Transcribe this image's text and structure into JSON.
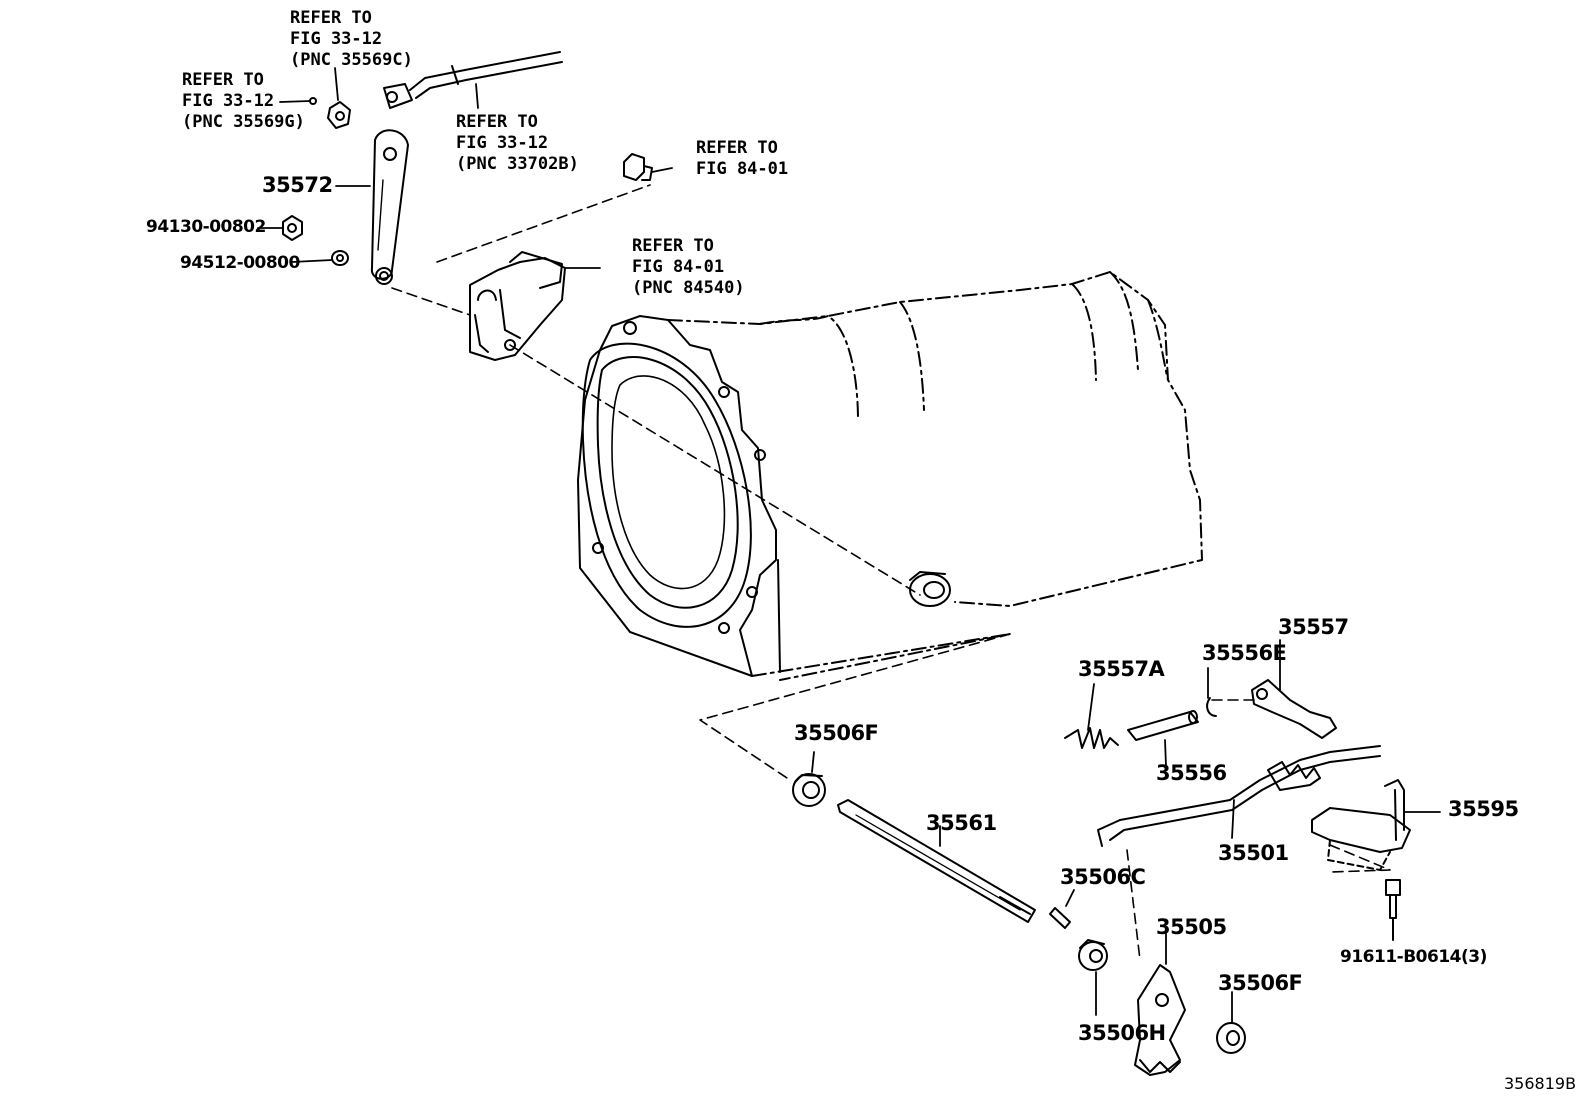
{
  "parts": {
    "p35572": "35572",
    "p94130": "94130-00802",
    "p94512": "94512-00800",
    "p35557": "35557",
    "p35557A": "35557A",
    "p35556E": "35556E",
    "p35556": "35556",
    "p35506F_a": "35506F",
    "p35561": "35561",
    "p35501": "35501",
    "p35595": "35595",
    "p35506C": "35506C",
    "p35505": "35505",
    "p35506F_b": "35506F",
    "p35506H": "35506H",
    "p91611": "91611-B0614(3)"
  },
  "references": {
    "ref1": "REFER TO\nFIG 33-12\n(PNC 35569C)",
    "ref2": "REFER TO\nFIG 33-12\n(PNC 35569G)",
    "ref3": "REFER TO\nFIG 33-12\n(PNC 33702B)",
    "ref4": "REFER TO\nFIG 84-01",
    "ref5": "REFER TO\nFIG 84-01\n(PNC 84540)"
  },
  "illustration_id": "356819B"
}
